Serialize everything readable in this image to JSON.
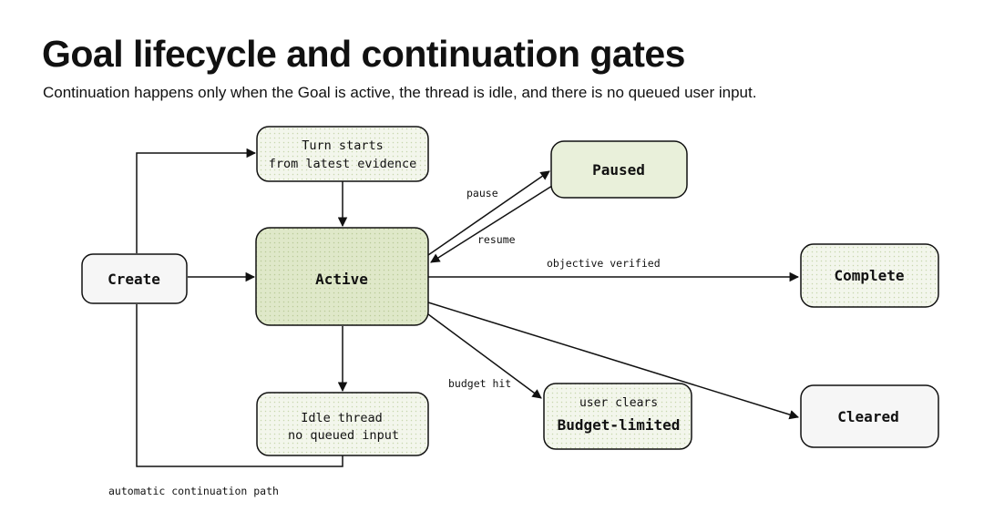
{
  "header": {
    "title": "Goal lifecycle and continuation gates",
    "subtitle": "Continuation happens only when the Goal is active, the thread is idle, and there is no queued user input."
  },
  "colors": {
    "stroke": "#111111",
    "active_fill": "#dfe8c9",
    "paused_fill": "#e9f0da",
    "dotted_fill": "#f3f6ec",
    "dot": "#c8d6ae",
    "plain_fill": "#f6f6f6"
  },
  "nodes": {
    "turn": {
      "line1": "Turn starts",
      "line2": "from latest evidence"
    },
    "paused": {
      "label": "Paused"
    },
    "create": {
      "label": "Create"
    },
    "active": {
      "label": "Active"
    },
    "complete": {
      "label": "Complete"
    },
    "idle": {
      "line1": "Idle thread",
      "line2": "no queued input"
    },
    "budget": {
      "line1": "user clears",
      "line2": "Budget-limited"
    },
    "cleared": {
      "label": "Cleared"
    }
  },
  "edges": {
    "pause": "pause",
    "resume": "resume",
    "objective_verified": "objective verified",
    "budget_hit": "budget hit",
    "automatic_continuation": "automatic continuation path"
  }
}
